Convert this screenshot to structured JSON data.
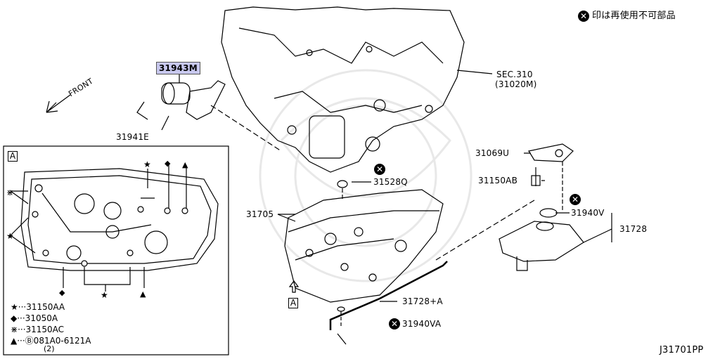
{
  "notice": {
    "icon": "x-circle-icon",
    "text": "印は再使用不可部品"
  },
  "parts": {
    "p31943M": "31943M",
    "p31941E": "31941E",
    "sec310": "SEC.310",
    "sec310_sub": "(31020M)",
    "p31069U": "31069U",
    "p31150AB": "31150AB",
    "p31528Q": "31528Q",
    "p31705": "31705",
    "p31940V": "31940V",
    "p31728": "31728",
    "p31728A": "31728+A",
    "p31940VA": "31940VA"
  },
  "front_label": "FRONT",
  "view_ref": "A",
  "inset_label": "A",
  "legend": [
    {
      "symbol": "★",
      "text": "···31150AA"
    },
    {
      "symbol": "◆",
      "text": "···31050A"
    },
    {
      "symbol": "⋇",
      "text": "···31150AC"
    },
    {
      "symbol": "▲",
      "text": "···Ⓑ081A0-6121A"
    }
  ],
  "legend_qty": "(2)",
  "diagram_id": "J31701PP",
  "colors": {
    "highlight": "#c8c8ee",
    "line": "#000000",
    "watermark": "#e6e6e6"
  }
}
